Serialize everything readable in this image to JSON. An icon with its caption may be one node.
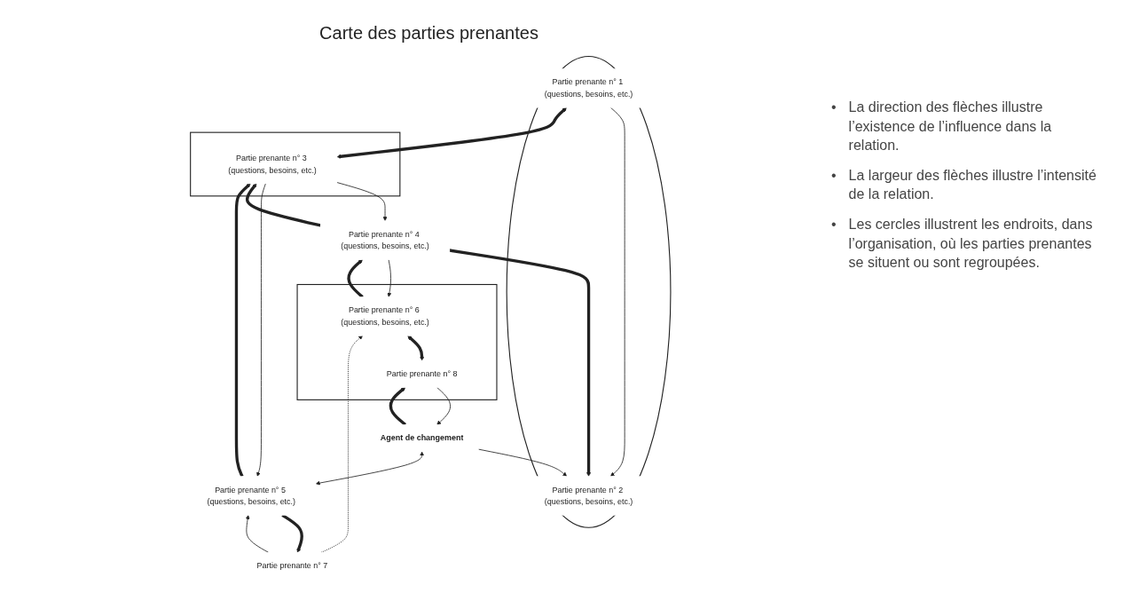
{
  "diagram": {
    "title": "Carte des parties prenantes",
    "nodes": [
      {
        "text": [],
        "shape": "ellipse"
      },
      {
        "text": [
          "Partie prenante n° 1 (questions, besoins, etc.)"
        ],
        "in": 0
      },
      {
        "text": [
          "Partie prenante n° 2 (questions, besoins, etc.)"
        ],
        "in": 0
      },
      {
        "text": [],
        "shape": "box"
      },
      {
        "text": [
          "Partie prenante n° 3 (questions, besoins, etc.)"
        ],
        "in": 3
      },
      {
        "text": [
          "Partie prenante n° 4 (questions, besoins, etc.)"
        ]
      },
      {
        "text": [
          "Agent de changement"
        ]
      },
      {
        "text": [],
        "shape": "box"
      },
      {
        "text": [
          "Partie prenante n° 5 (questions, besoins, etc.)"
        ]
      },
      {
        "text": [
          "Partie prenante n° 6 (questions, besoins, etc.)"
        ],
        "in": 7
      },
      {
        "text": [
          "Partie prenante n° 7"
        ]
      },
      {
        "text": [
          "Partie prenante n° 8"
        ],
        "in": 7
      }
    ],
    "edges": [
      {
        "from": 1,
        "to": 2,
        "arrow": "to"
      },
      {
        "from": 1,
        "to": 4,
        "arrow": "both",
        "style": "thick"
      },
      {
        "from": 5,
        "to": 2,
        "arrow": "to",
        "style": "thick"
      },
      {
        "from": 6,
        "to": 2,
        "arrow": "to"
      },
      {
        "from": 5,
        "to": 4,
        "arrow": "to",
        "style": "thick"
      },
      {
        "from": 4,
        "to": 5,
        "arrow": "to"
      },
      {
        "from": 8,
        "to": 4,
        "arrow": "to",
        "style": "thick"
      },
      {
        "from": 4,
        "to": 8,
        "arrow": "to"
      },
      {
        "from": 6,
        "to": 8,
        "arrow": "both"
      },
      {
        "from": 9,
        "to": 5,
        "arrow": "to",
        "style": "thick"
      },
      {
        "from": 5,
        "to": 9,
        "arrow": "to"
      },
      {
        "from": 6,
        "to": 11,
        "arrow": "to",
        "style": "thick"
      },
      {
        "from": 11,
        "to": 6,
        "arrow": "to"
      },
      {
        "from": 8,
        "to": 10,
        "arrow": "to",
        "style": "thick"
      },
      {
        "from": 10,
        "to": 8,
        "arrow": "to"
      },
      {
        "from": 10,
        "to": 9,
        "arrow": "to",
        "style": "dashed"
      },
      {
        "from": 9,
        "to": 11,
        "arrow": "both",
        "style": "thick"
      }
    ],
    "labels": [
      "•",
      "La direction des flèches illustre l’existence de l’influence dans la relation.",
      "•",
      "La largeur des flèches illustre l’intensité de la relation.",
      "•",
      "Les cercles illustrent les endroits, dans l’organisation, où les parties prenantes se situent ou sont regroupées."
    ]
  }
}
